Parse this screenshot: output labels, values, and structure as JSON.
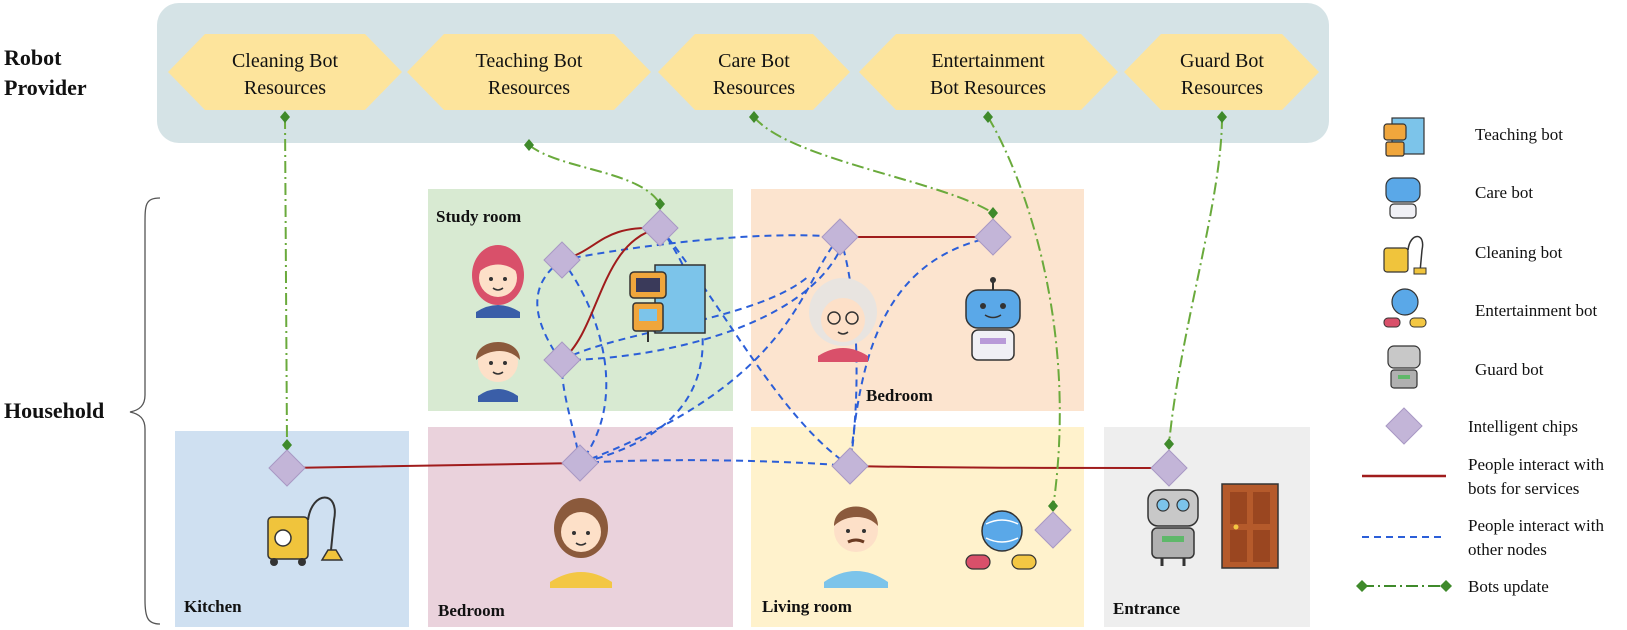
{
  "side_labels": {
    "provider": [
      "Robot",
      "Provider"
    ],
    "household": "Household"
  },
  "resources": [
    [
      "Cleaning Bot",
      "Resources"
    ],
    [
      "Teaching Bot",
      "Resources"
    ],
    [
      "Care Bot",
      "Resources"
    ],
    [
      "Entertainment",
      "Bot Resources"
    ],
    [
      "Guard Bot",
      "Resources"
    ]
  ],
  "rooms": {
    "study": "Study room",
    "bedroom_top": "Bedroom",
    "kitchen": "Kitchen",
    "bedroom_bottom": "Bedroom",
    "living": "Living room",
    "entrance": "Entrance"
  },
  "legend": {
    "teaching_bot": "Teaching bot",
    "care_bot": "Care bot",
    "cleaning_bot": "Cleaning bot",
    "entertainment_bot": "Entertainment bot",
    "guard_bot": "Guard bot",
    "chips": "Intelligent chips",
    "service": [
      "People interact with",
      "bots for services"
    ],
    "nodes": [
      "People interact with",
      "other nodes"
    ],
    "update": "Bots update"
  },
  "colors": {
    "provider_bg": "#d5e3e6",
    "resource_fill": "#fde49c",
    "study_bg": "#d8ead2",
    "bedroom_top_bg": "#fce4cf",
    "kitchen_bg": "#cfe0f1",
    "bedroom_bottom_bg": "#ead2dc",
    "living_bg": "#fff2cc",
    "entrance_bg": "#eeeeee",
    "chip": "#c3b5d8",
    "service_line": "#a01c1c",
    "node_line": "#2b5ed8",
    "update_line": "#6aaa3c"
  }
}
